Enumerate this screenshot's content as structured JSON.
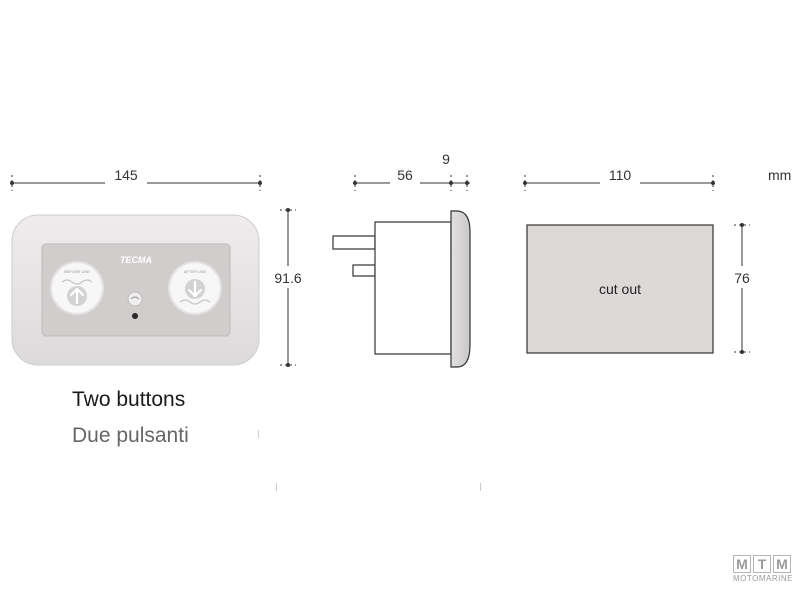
{
  "dimensions": {
    "panel_width": "145",
    "panel_height": "91.6",
    "side_depth": "56",
    "side_flange": "9",
    "cutout_width": "110",
    "cutout_height": "76"
  },
  "units": "mm",
  "cutout_label": "cut out",
  "panel": {
    "brand": "TECMA",
    "left_button_text": "BEFORE USE",
    "right_button_text": "AFTER USE"
  },
  "caption": {
    "english": "Two buttons",
    "italian": "Due pulsanti"
  },
  "watermark": {
    "letters": [
      "M",
      "T",
      "M"
    ],
    "subtitle": "MOTOMARINE"
  },
  "colors": {
    "panel_frame": "#e8e6e6",
    "panel_face": "#d0cdcc",
    "button_fill": "#f6f6f6",
    "cutout_fill": "#dcd9d8",
    "line": "#333333"
  }
}
